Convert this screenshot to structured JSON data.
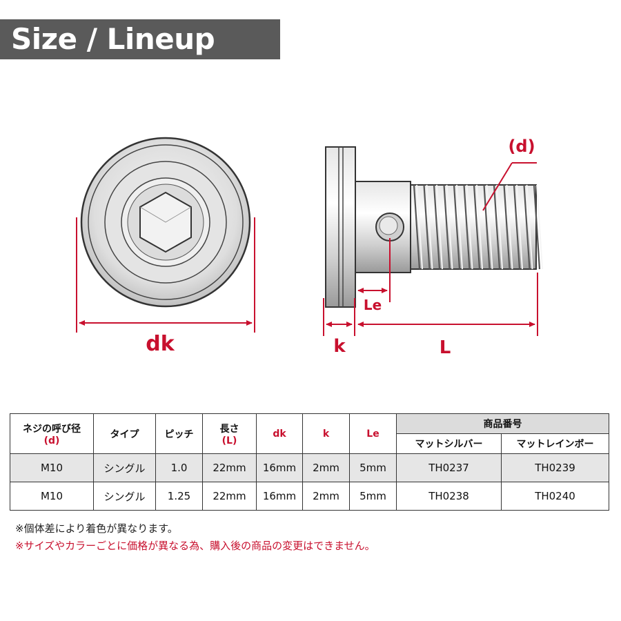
{
  "header": {
    "title": "Size / Lineup"
  },
  "diagram": {
    "labels": {
      "dk": "dk",
      "d": "(d)",
      "le": "Le",
      "k": "k",
      "l": "L"
    },
    "accent_color": "#c8102e"
  },
  "table": {
    "headers": {
      "nominal_line1": "ネジの呼び径",
      "nominal_line2": "(d)",
      "type": "タイプ",
      "pitch": "ピッチ",
      "length_line1": "長さ",
      "length_line2": "(L)",
      "dk": "dk",
      "k": "k",
      "le": "Le",
      "product_number": "商品番号",
      "matte_silver": "マットシルバー",
      "matte_rainbow": "マットレインボー"
    },
    "rows": [
      {
        "size": "M10",
        "type": "シングル",
        "pitch": "1.0",
        "length": "22mm",
        "dk": "16mm",
        "k": "2mm",
        "le": "5mm",
        "silver": "TH0237",
        "rainbow": "TH0239"
      },
      {
        "size": "M10",
        "type": "シングル",
        "pitch": "1.25",
        "length": "22mm",
        "dk": "16mm",
        "k": "2mm",
        "le": "5mm",
        "silver": "TH0238",
        "rainbow": "TH0240"
      }
    ]
  },
  "notes": {
    "note1": "※個体差により着色が異なります。",
    "note2": "※サイズやカラーごとに価格が異なる為、購入後の商品の変更はできません。"
  }
}
